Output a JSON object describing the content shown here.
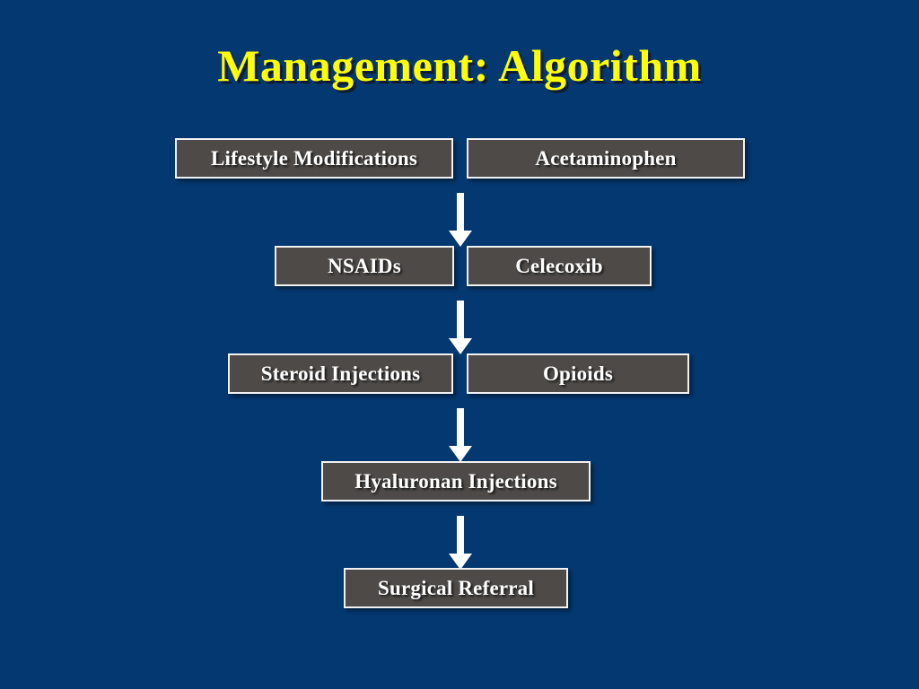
{
  "slide": {
    "title": "Management: Algorithm",
    "background_color": "#043870",
    "title_color": "#FFFF00",
    "box_fill_color": "#4d4a47",
    "box_border_color": "#f2f2f2",
    "box_text_color": "#ffffff",
    "arrow_color": "#ffffff"
  },
  "flow": {
    "rows": [
      {
        "boxes": [
          {
            "label": "Lifestyle Modifications"
          },
          {
            "label": "Acetaminophen"
          }
        ]
      },
      {
        "boxes": [
          {
            "label": "NSAIDs"
          },
          {
            "label": "Celecoxib"
          }
        ]
      },
      {
        "boxes": [
          {
            "label": "Steroid Injections"
          },
          {
            "label": "Opioids"
          }
        ]
      },
      {
        "boxes": [
          {
            "label": "Hyaluronan Injections"
          }
        ]
      },
      {
        "boxes": [
          {
            "label": "Surgical Referral"
          }
        ]
      }
    ],
    "arrows": [
      {
        "name": "arrow-row1-to-row2"
      },
      {
        "name": "arrow-row2-to-row3"
      },
      {
        "name": "arrow-row3-to-row4"
      },
      {
        "name": "arrow-row4-to-row5"
      }
    ]
  }
}
